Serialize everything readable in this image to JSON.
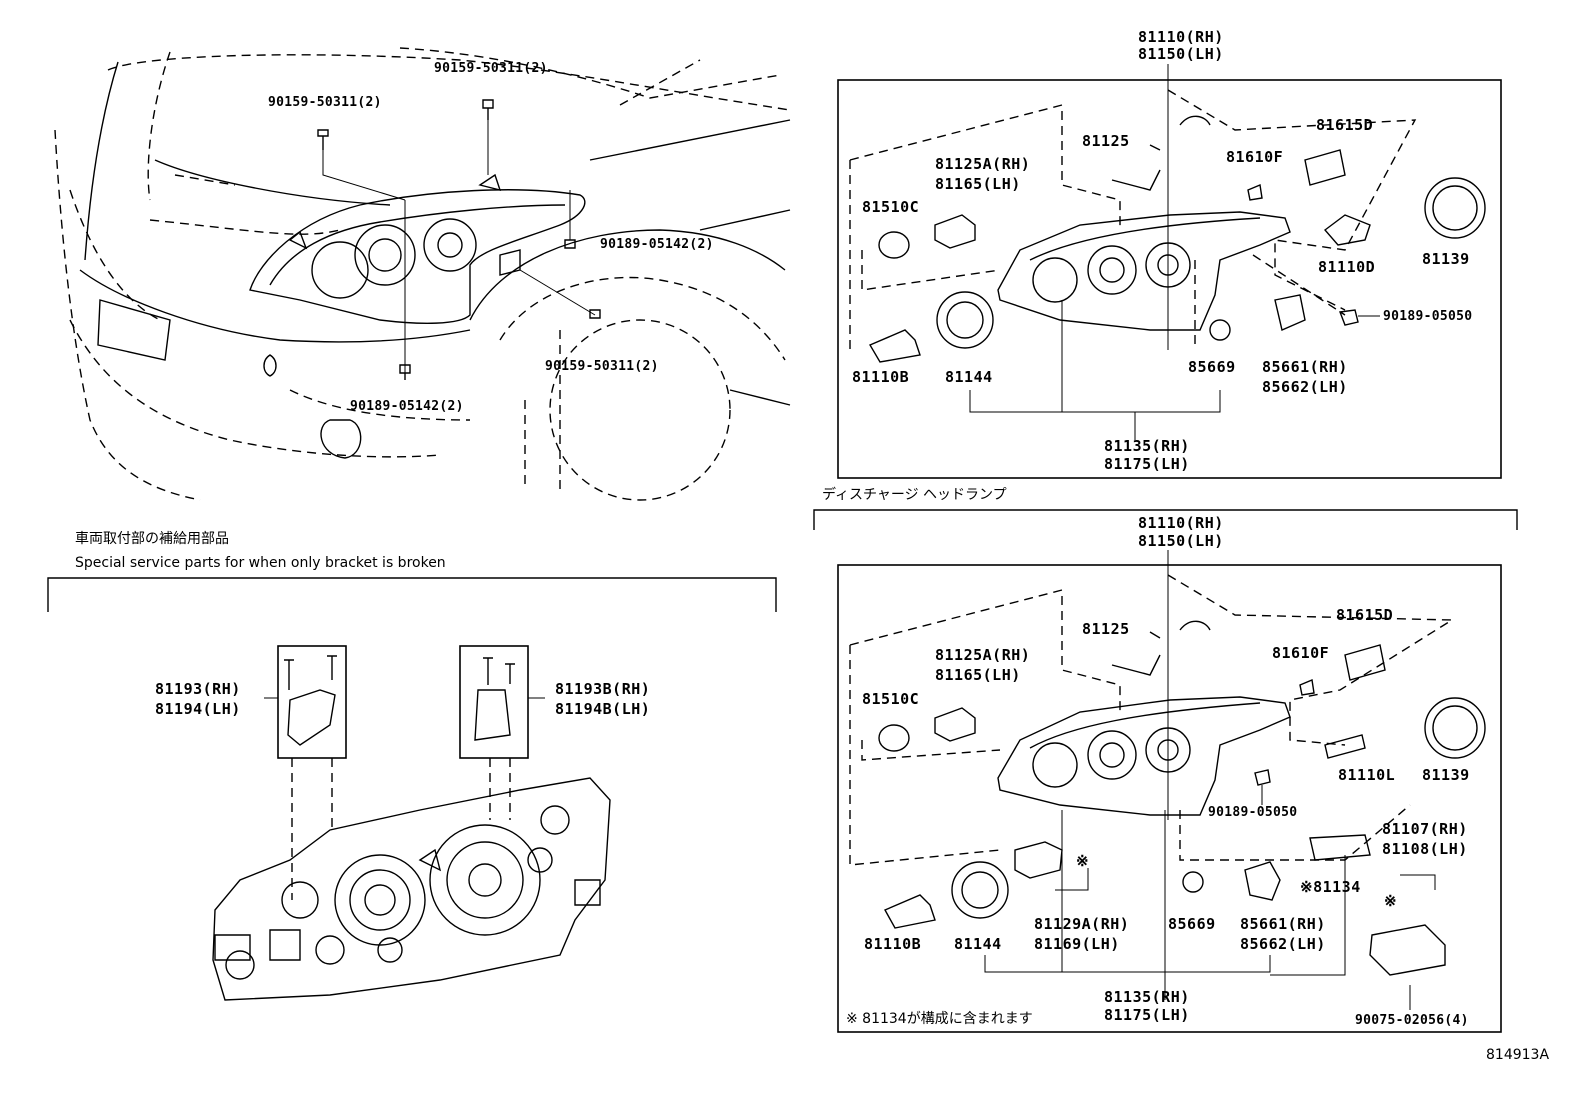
{
  "diagram": {
    "headings": {
      "vehicle_ja": "車両取付部の補給用部品",
      "vehicle_en": "Special service parts for when only bracket is broken",
      "discharge_ja": "ディスチャージ ヘッドランプ",
      "note": "※ 81134が構成に含まれます",
      "ref_code": "814913A"
    },
    "top_left_labels": [
      "90159-50311(2)",
      "90159-50311(2)",
      "90189-05142(2)",
      "90159-50311(2)",
      "90189-05142(2)"
    ],
    "bracket_labels": [
      "81193(RH)",
      "81194(LH)",
      "81193B(RH)",
      "81194B(LH)"
    ],
    "halogen_labels": [
      "81110(RH)",
      "81150(LH)",
      "81615D",
      "81125",
      "81125A(RH)",
      "81165(LH)",
      "81610F",
      "81510C",
      "81139",
      "81110D",
      "90189-05050",
      "81110B",
      "81144",
      "85669",
      "85661(RH)",
      "85662(LH)",
      "81135(RH)",
      "81175(LH)"
    ],
    "discharge_labels": [
      "81110(RH)",
      "81150(LH)",
      "81125",
      "81615D",
      "81125A(RH)",
      "81165(LH)",
      "81610F",
      "81510C",
      "81110L",
      "81139",
      "90189-05050",
      "81107(RH)",
      "81108(LH)",
      "※",
      "※81134",
      "※",
      "81110B",
      "81144",
      "81129A(RH)",
      "81169(LH)",
      "85669",
      "85661(RH)",
      "85662(LH)",
      "81135(RH)",
      "81175(LH)",
      "90075-02056(4)"
    ]
  }
}
